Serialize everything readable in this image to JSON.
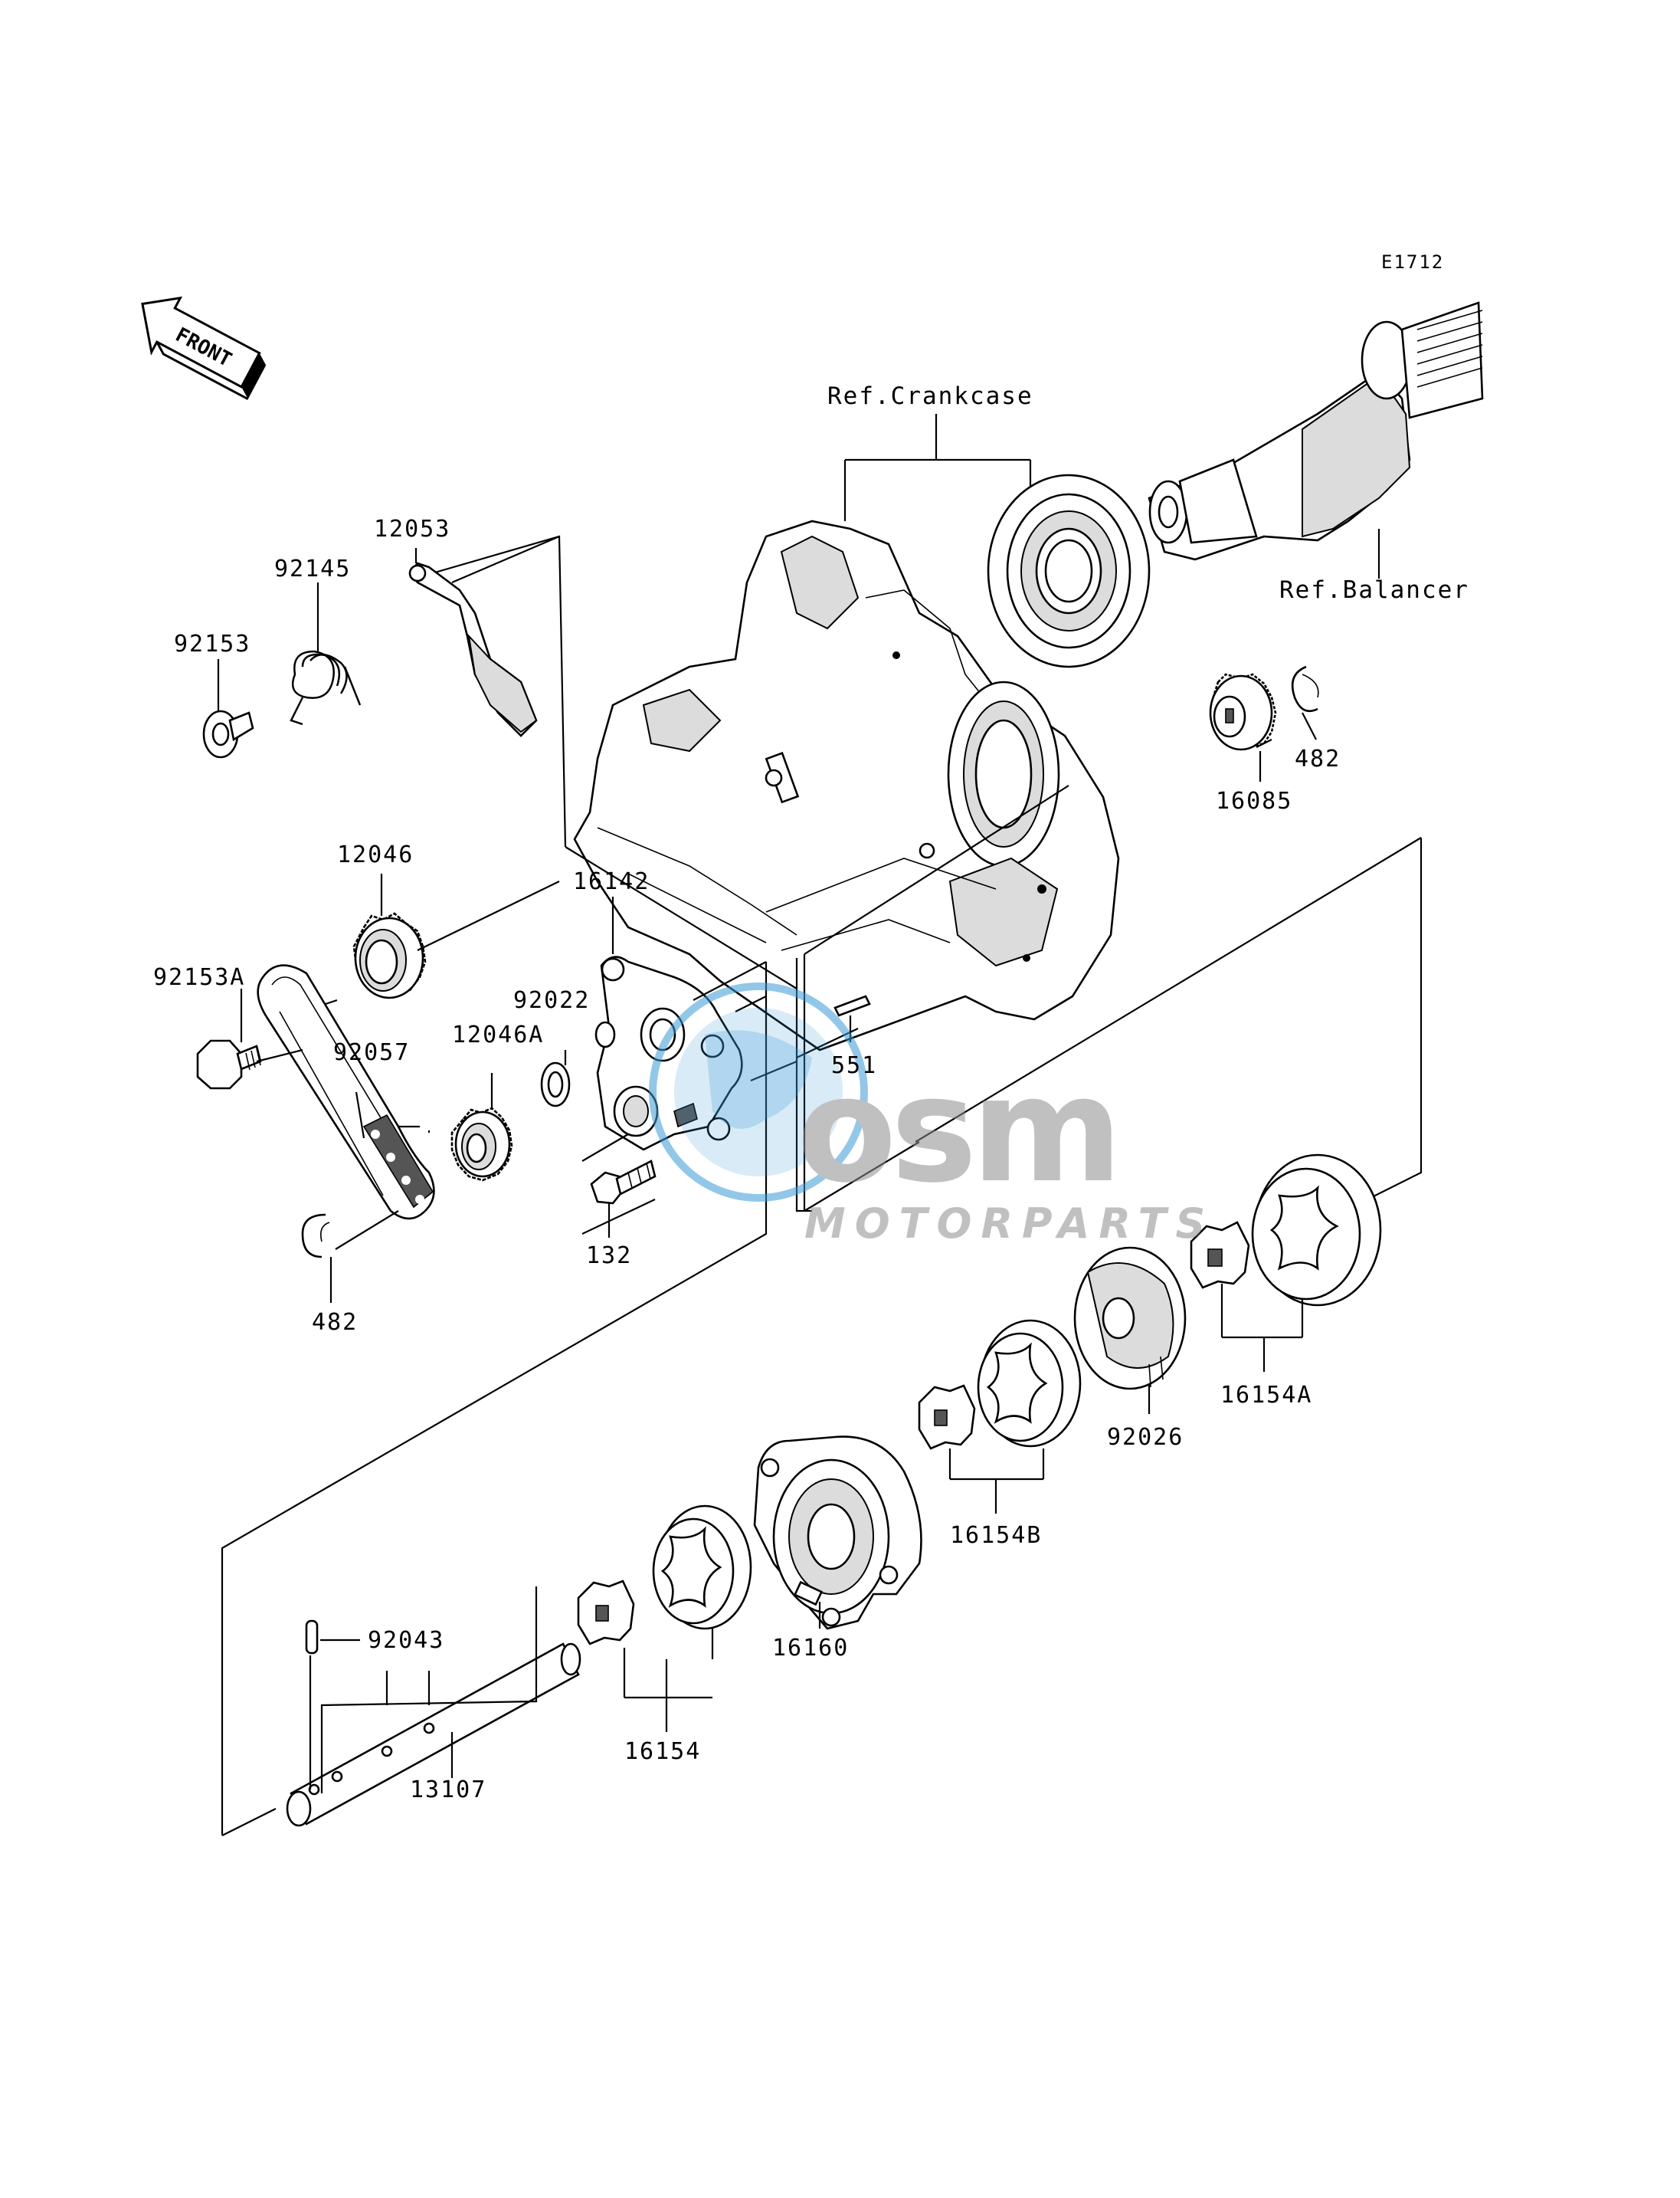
{
  "diagram_code": "E1712",
  "front_label": "FRONT",
  "refs": {
    "crankcase": "Ref.Crankcase",
    "balancer": "Ref.Balancer"
  },
  "parts": [
    {
      "key": "p12053",
      "label": "12053"
    },
    {
      "key": "p92145",
      "label": "92145"
    },
    {
      "key": "p92153",
      "label": "92153"
    },
    {
      "key": "p12046",
      "label": "12046"
    },
    {
      "key": "p16142",
      "label": "16142"
    },
    {
      "key": "p92153A",
      "label": "92153A"
    },
    {
      "key": "p92022",
      "label": "92022"
    },
    {
      "key": "p12046A",
      "label": "12046A"
    },
    {
      "key": "p92057",
      "label": "92057"
    },
    {
      "key": "p551",
      "label": "551"
    },
    {
      "key": "p132",
      "label": "132"
    },
    {
      "key": "p482_left",
      "label": "482"
    },
    {
      "key": "p482_right",
      "label": "482"
    },
    {
      "key": "p16085",
      "label": "16085"
    },
    {
      "key": "p16154A",
      "label": "16154A"
    },
    {
      "key": "p92026",
      "label": "92026"
    },
    {
      "key": "p16154B",
      "label": "16154B"
    },
    {
      "key": "p16160",
      "label": "16160"
    },
    {
      "key": "p16154",
      "label": "16154"
    },
    {
      "key": "p92043",
      "label": "92043"
    },
    {
      "key": "p13107",
      "label": "13107"
    }
  ],
  "watermark": {
    "brand": "osm",
    "subtitle": "MOTORPARTS",
    "color_blue": "#3b9bd6",
    "color_gray": "#8e8e8e"
  }
}
